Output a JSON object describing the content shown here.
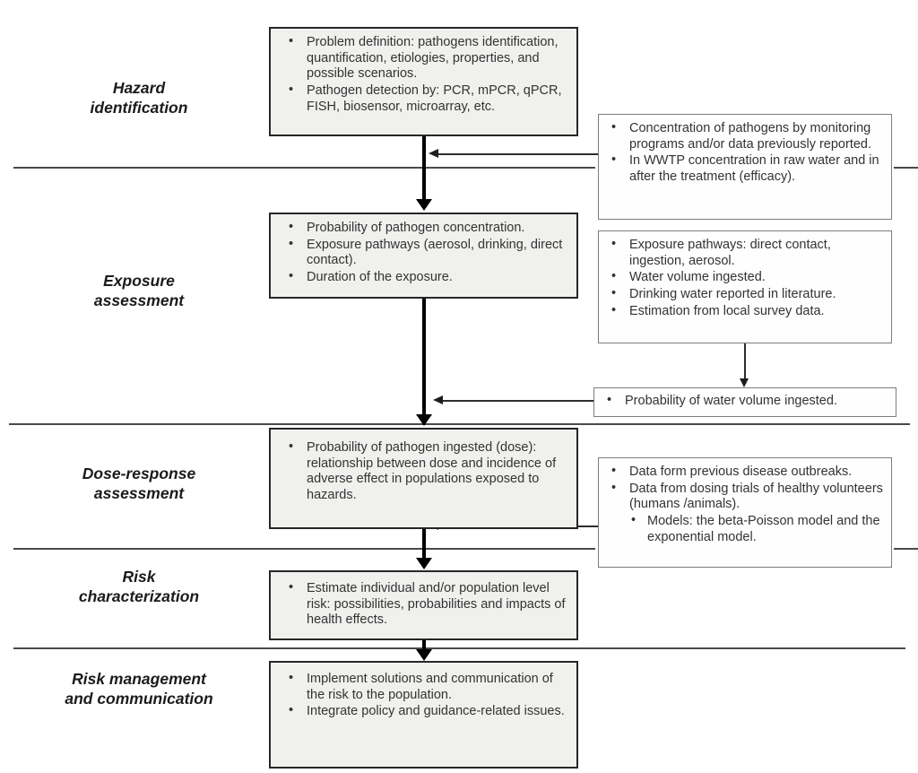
{
  "diagram_title": "QMRA risk assessment flow diagram",
  "colors": {
    "center_box_fill": "#f0f0ee",
    "center_box_border": "#262626",
    "right_box_fill": "#fefefe",
    "right_box_border": "#7d7d7d",
    "divider": "#4a4a4a",
    "arrow": "#000000",
    "text": "#333333"
  },
  "stages": [
    {
      "label": "Hazard\nidentification"
    },
    {
      "label": "Exposure\nassessment"
    },
    {
      "label": "Dose-response\nassessment"
    },
    {
      "label": "Risk\ncharacterization"
    },
    {
      "label": "Risk management\nand communication"
    }
  ],
  "center_boxes": [
    {
      "bullets": [
        "Problem definition: pathogens identification, quantification, etiologies, properties,  and possible scenarios.",
        "Pathogen detection by: PCR, mPCR, qPCR, FISH, biosensor, microarray, etc."
      ]
    },
    {
      "bullets": [
        "Probability of pathogen concentration.",
        "Exposure pathways (aerosol, drinking, direct contact).",
        "Duration of the exposure."
      ]
    },
    {
      "bullets": [
        "Probability of pathogen ingested (dose): relationship between dose and incidence of adverse effect in populations exposed to hazards."
      ]
    },
    {
      "bullets": [
        "Estimate individual and/or population level risk: possibilities, probabilities and impacts of health effects."
      ]
    },
    {
      "bullets": [
        "Implement solutions and communication of the risk to the population.",
        "Integrate policy and guidance-related issues."
      ]
    }
  ],
  "right_boxes": [
    {
      "bullets": [
        "Concentration of pathogens by monitoring programs and/or data previously reported.",
        "In WWTP concentration in raw water and in after the treatment (efficacy)."
      ]
    },
    {
      "bullets": [
        "Exposure pathways: direct contact, ingestion, aerosol.",
        "Water volume ingested.",
        "Drinking water reported in literature.",
        "Estimation from local survey data."
      ]
    },
    {
      "bullets": [
        "Probability of water volume ingested."
      ]
    },
    {
      "bullets": [
        "Data form previous disease outbreaks.",
        "Data from dosing trials of healthy volunteers (humans /animals).",
        "Models: the beta-Poisson model and the exponential model."
      ]
    }
  ]
}
